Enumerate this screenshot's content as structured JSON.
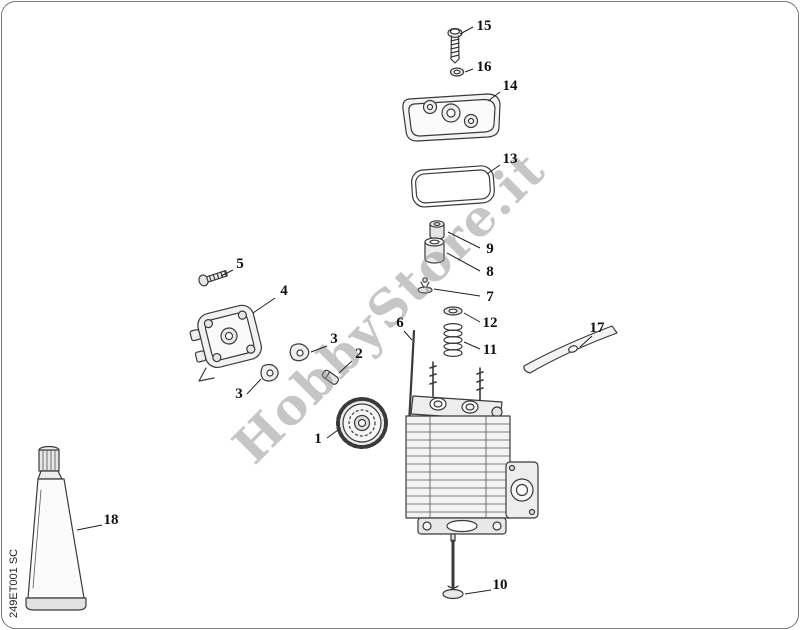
{
  "watermark": "HobbyStore.it",
  "side_code": "249ET001 SC",
  "callouts": {
    "part1": "1",
    "part2": "2",
    "part3a": "3",
    "part3b": "3",
    "part4": "4",
    "part5": "5",
    "part6": "6",
    "part7": "7",
    "part8": "8",
    "part9": "9",
    "part10": "10",
    "part11": "11",
    "part12": "12",
    "part13": "13",
    "part14": "14",
    "part15": "15",
    "part16": "16",
    "part17": "17",
    "part18": "18"
  }
}
